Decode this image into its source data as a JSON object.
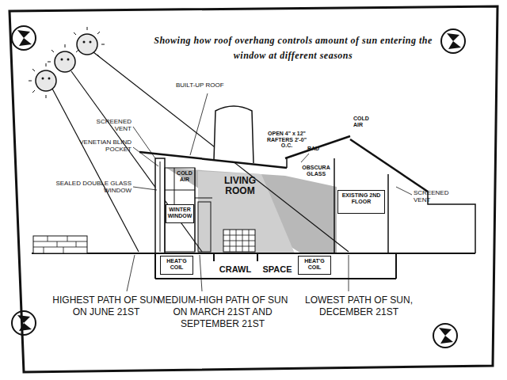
{
  "diagram": {
    "title": "Showing how roof overhang controls amount of sun entering the window at different seasons",
    "nodes": [
      {
        "text": [
          "WINTER WINDOW"
        ]
      },
      {
        "text": [
          "HEAT'G COIL"
        ]
      },
      {
        "text": [
          "HEAT'G COIL"
        ]
      },
      {
        "text": [
          "EXISTING 2ND FLOOR"
        ]
      }
    ],
    "labels": [
      "BUILT-UP ROOF",
      "SCREENED VENT",
      "VENETIAN BLIND POCKET",
      "SEALED DOUBLE GLASS WINDOW",
      "COLD AIR",
      "LIVING ROOM",
      "OPEN 4\" x 12\" RAFTERS 2'-0\" O.C.",
      "RAD",
      "OBSCURA GLASS",
      "COLD AIR",
      "SCREENED VENT",
      "CRAWL",
      "SPACE",
      "HIGHEST PATH OF SUN ON JUNE 21ST",
      "MEDIUM-HIGH PATH OF SUN ON MARCH 21ST AND SEPTEMBER 21ST",
      "LOWEST PATH OF SUN, DECEMBER 21ST"
    ]
  }
}
